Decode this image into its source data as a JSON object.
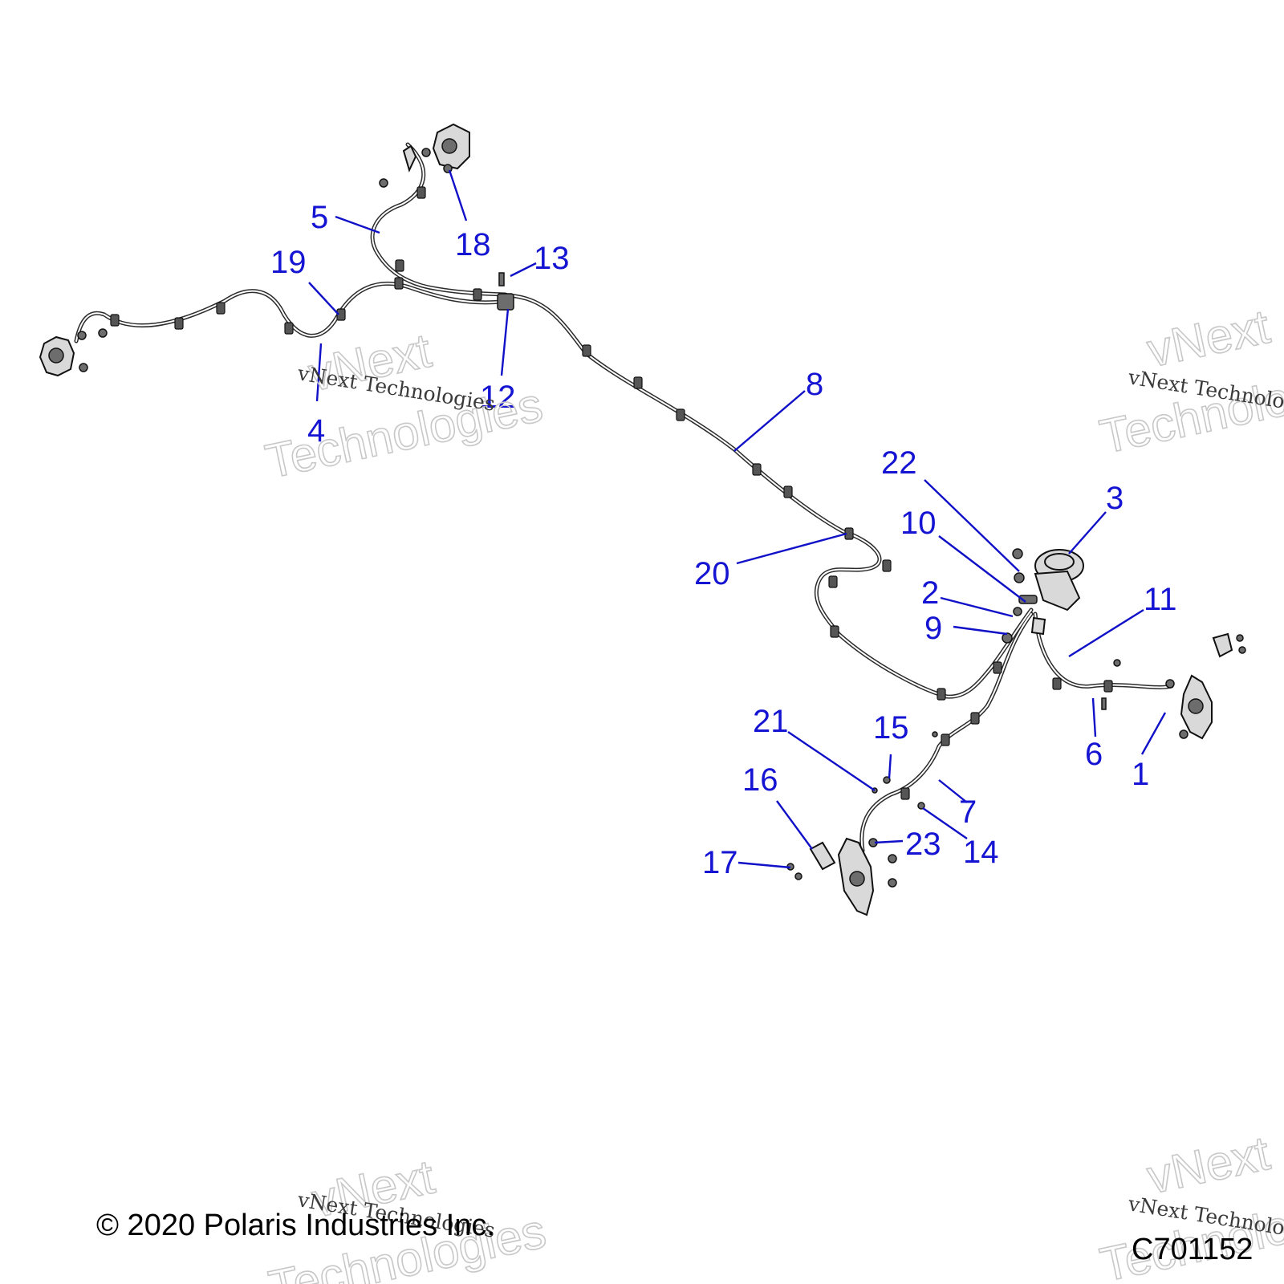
{
  "callouts": [
    "1",
    "2",
    "3",
    "4",
    "5",
    "6",
    "7",
    "8",
    "9",
    "10",
    "11",
    "12",
    "13",
    "14",
    "15",
    "16",
    "17",
    "18",
    "19",
    "20",
    "21",
    "22",
    "23"
  ],
  "watermark": {
    "line": "vNext Technologies",
    "big_top": "vNext",
    "big_bottom": "Technologies"
  },
  "footer": {
    "copyright": "© 2020 Polaris Industries Inc.",
    "drawing_code": "C701152"
  },
  "colors": {
    "callout": "#1414d2",
    "line": "#2b2b2b"
  }
}
